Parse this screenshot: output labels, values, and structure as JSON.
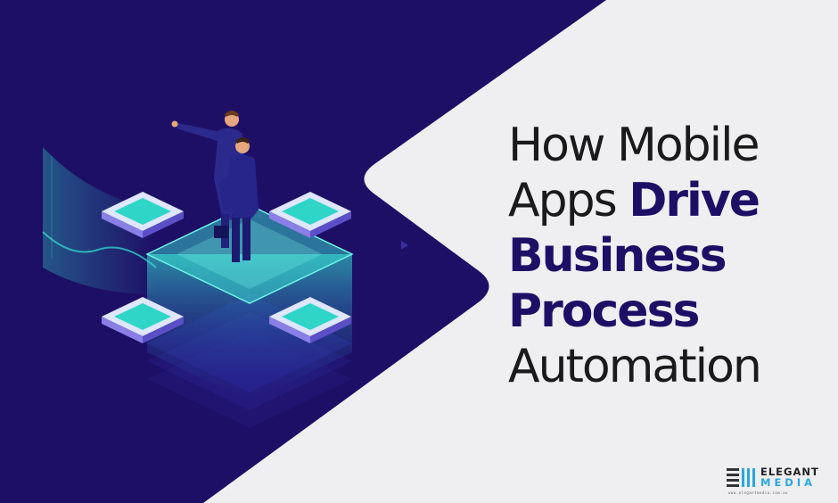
{
  "headline": {
    "line1": "How Mobile",
    "line2_regular": "Apps ",
    "line2_bold": "Drive",
    "line3_bold": "Business",
    "line4_bold": "Process",
    "line5": "Automation"
  },
  "logo": {
    "word1": "ELEGANT",
    "word2": "MEDIA",
    "tagline": "www.elegantmedia.com.au"
  },
  "colors": {
    "navy": "#1e0f66",
    "light_gray": "#efeff1",
    "teal": "#22d3c5",
    "logo_blue": "#2aa7e0"
  },
  "icons": [
    "businessmen-illustration",
    "server-stack-illustration",
    "microchip-icon",
    "elegant-media-logo"
  ]
}
